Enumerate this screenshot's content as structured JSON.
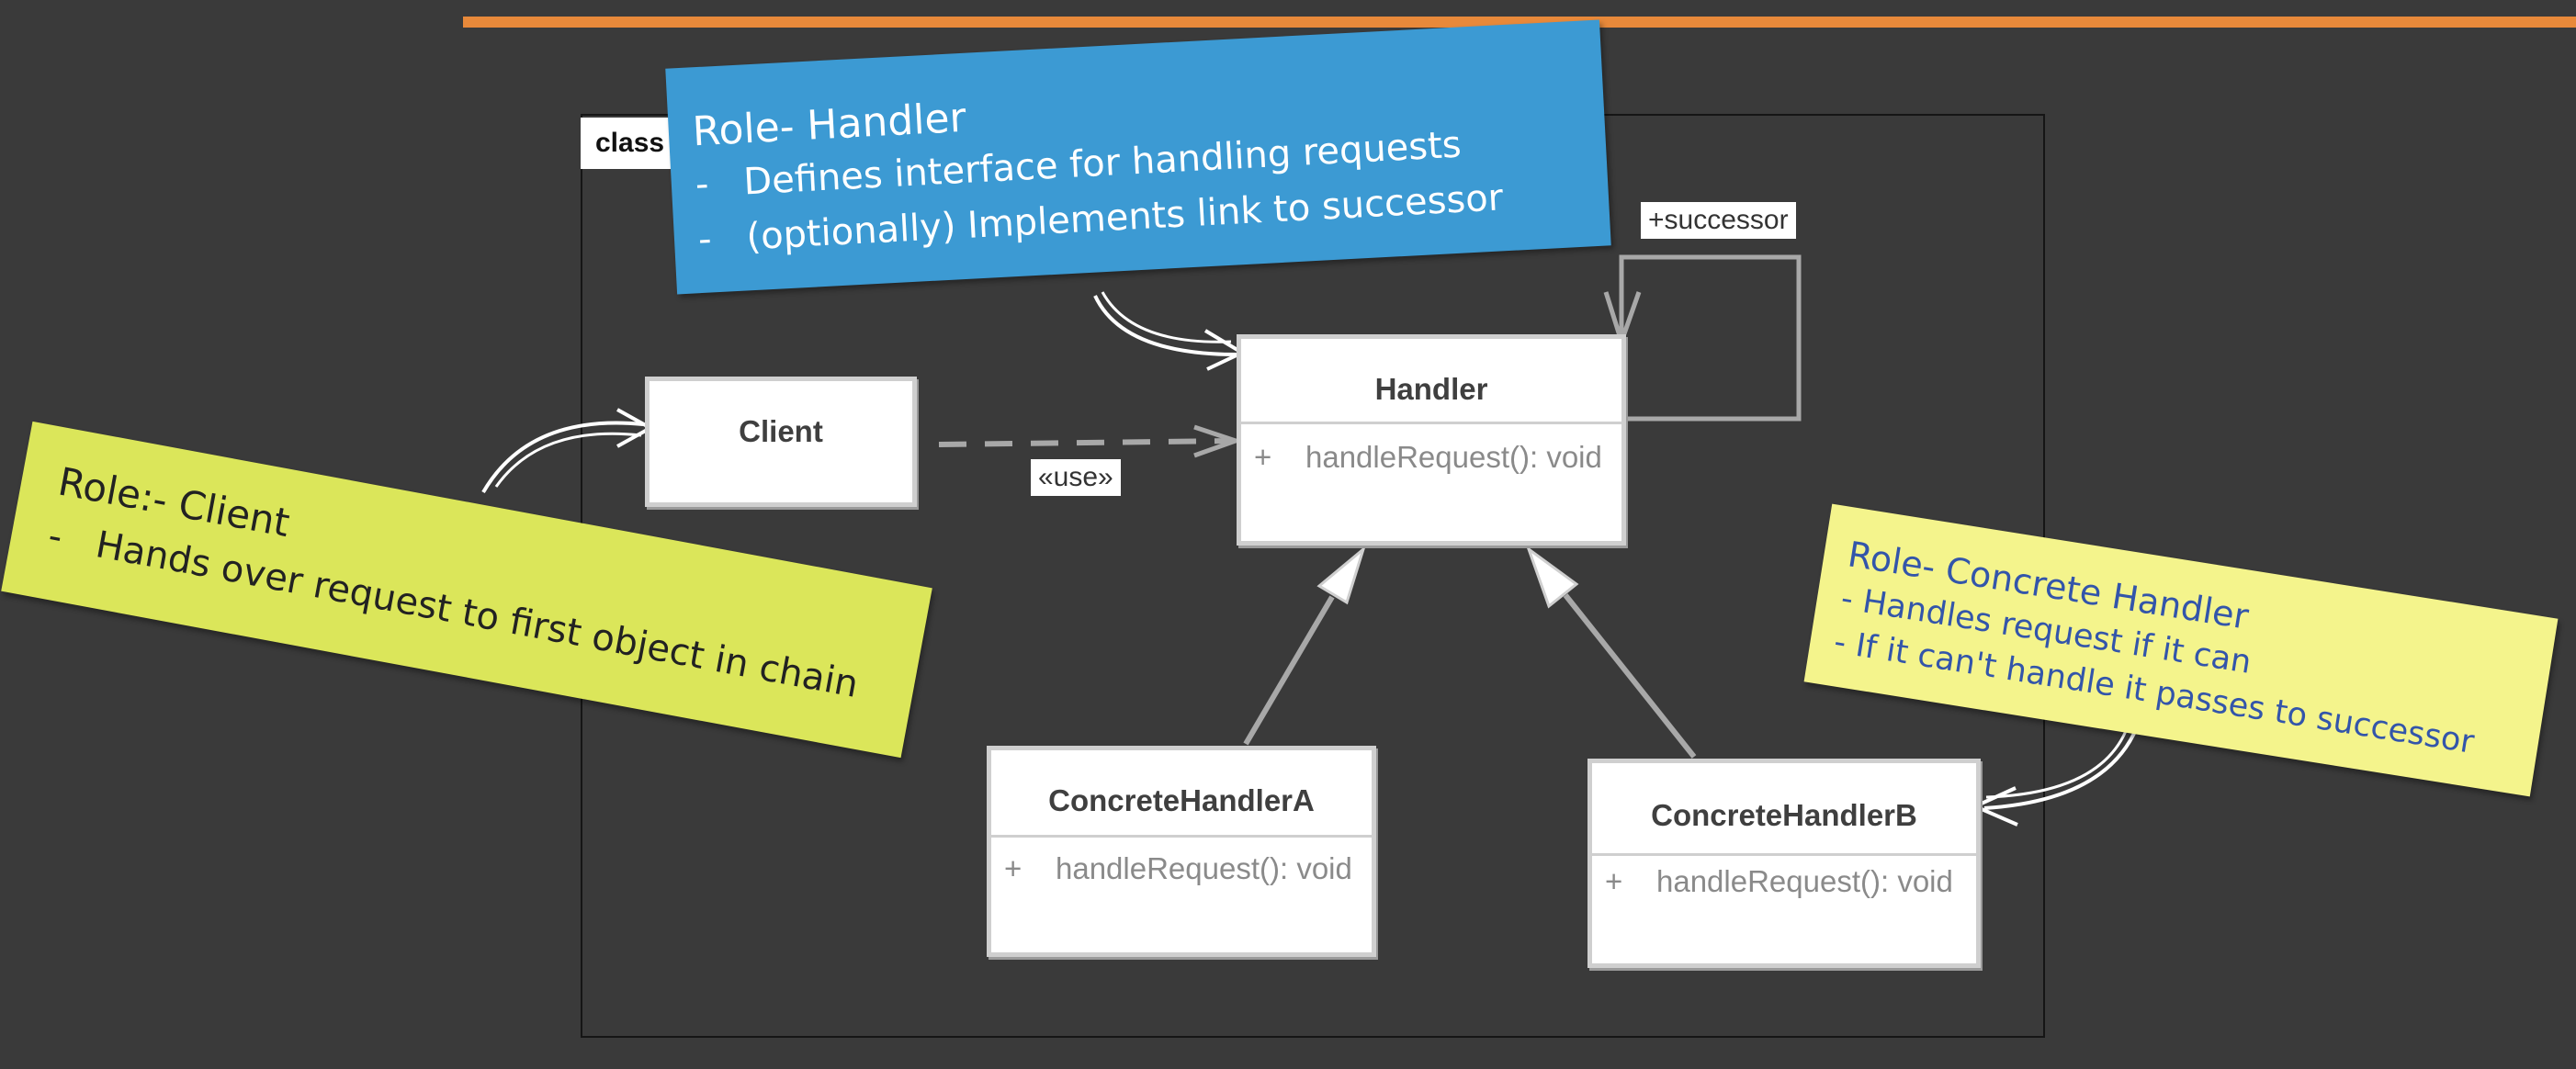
{
  "frame": {
    "tag": "class d"
  },
  "classes": {
    "handler": {
      "name": "Handler",
      "op_visibility": "+",
      "op": "handleRequest(): void"
    },
    "client": {
      "name": "Client"
    },
    "concrete_a": {
      "name": "ConcreteHandlerA",
      "op_visibility": "+",
      "op": "handleRequest(): void"
    },
    "concrete_b": {
      "name": "ConcreteHandlerB",
      "op_visibility": "+",
      "op": "handleRequest(): void"
    }
  },
  "labels": {
    "successor": "+successor",
    "use": "«use»"
  },
  "notes": {
    "handler": {
      "title": "Role- Handler",
      "lines": [
        "-   Defines interface for handling requests",
        "-   (optionally) Implements link to successor"
      ]
    },
    "client": {
      "title": "Role:- Client",
      "lines": [
        "-   Hands over request to first object in chain"
      ]
    },
    "concrete": {
      "title": "Role- Concrete Handler",
      "lines": [
        "- Handles request if it can",
        "- If it can't handle it passes to successor"
      ]
    }
  },
  "colors": {
    "background": "#3a3a3a",
    "top_bar": "#e8893a",
    "note_blue": "#3c9ad3",
    "note_green": "#dbe65a",
    "note_yellow": "#f4f48c",
    "connector": "#a8a8a8"
  }
}
